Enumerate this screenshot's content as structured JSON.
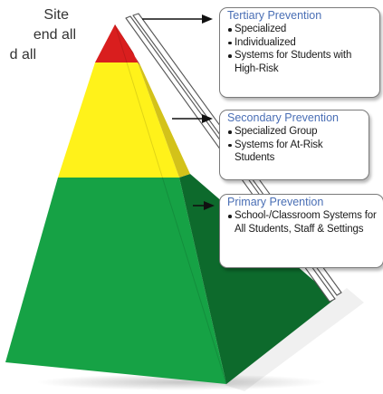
{
  "background_text": {
    "line_1": "Site",
    "line_2": "end all",
    "line_3": "d all"
  },
  "tiers": [
    {
      "title": "Tertiary Prevention",
      "items": [
        "Specialized",
        "Individualized",
        "Systems for Students with High-Risk"
      ]
    },
    {
      "title": "Secondary Prevention",
      "items": [
        "Specialized Group",
        "Systems for At-Risk Students"
      ]
    },
    {
      "title": "Primary Prevention",
      "items": [
        "School-/Classroom Systems for All Students, Staff & Settings"
      ]
    }
  ],
  "colors": {
    "tertiary_front": "#d91e1e",
    "tertiary_side": "#a61414",
    "secondary_front": "#fff21a",
    "secondary_side": "#d3c21a",
    "primary_front": "#16a245",
    "primary_side": "#0d6a2c",
    "title_blue": "#4a6fb5"
  }
}
